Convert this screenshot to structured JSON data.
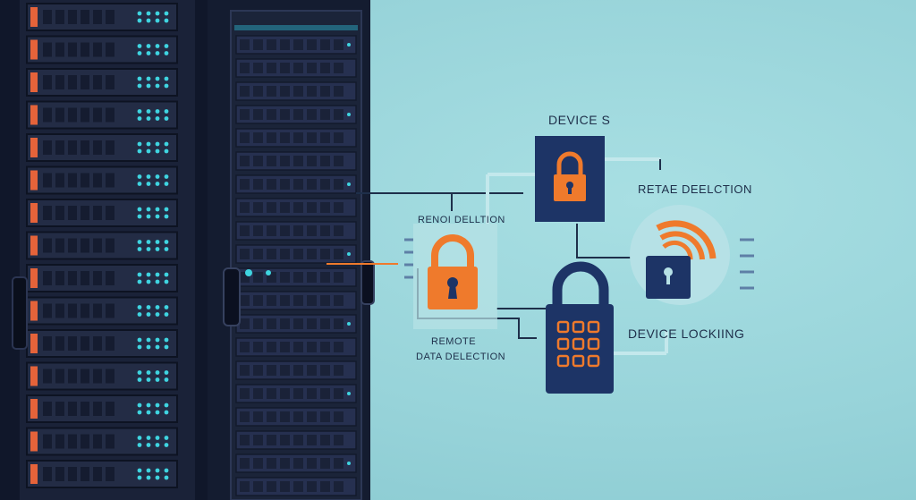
{
  "labels": {
    "device_s": "DEVICE S",
    "retae_deelction": "RETAE DEELCTION",
    "renoi_delltion": "RENOI DELLTION",
    "remote": "REMOTE",
    "data_delection": "DATA DELECTION",
    "device_lockiing": "DEVICE LOCKIING"
  },
  "colors": {
    "background": "#9bd6dc",
    "rack": "#141b2e",
    "lock_navy": "#1d3466",
    "lock_orange": "#ef7a2c",
    "led_cyan": "#3fd4e0",
    "led_orange": "#e5633a"
  },
  "icons": [
    "server-rack-icon",
    "padlock-icon",
    "keypad-lock-icon",
    "wifi-signal-icon"
  ]
}
